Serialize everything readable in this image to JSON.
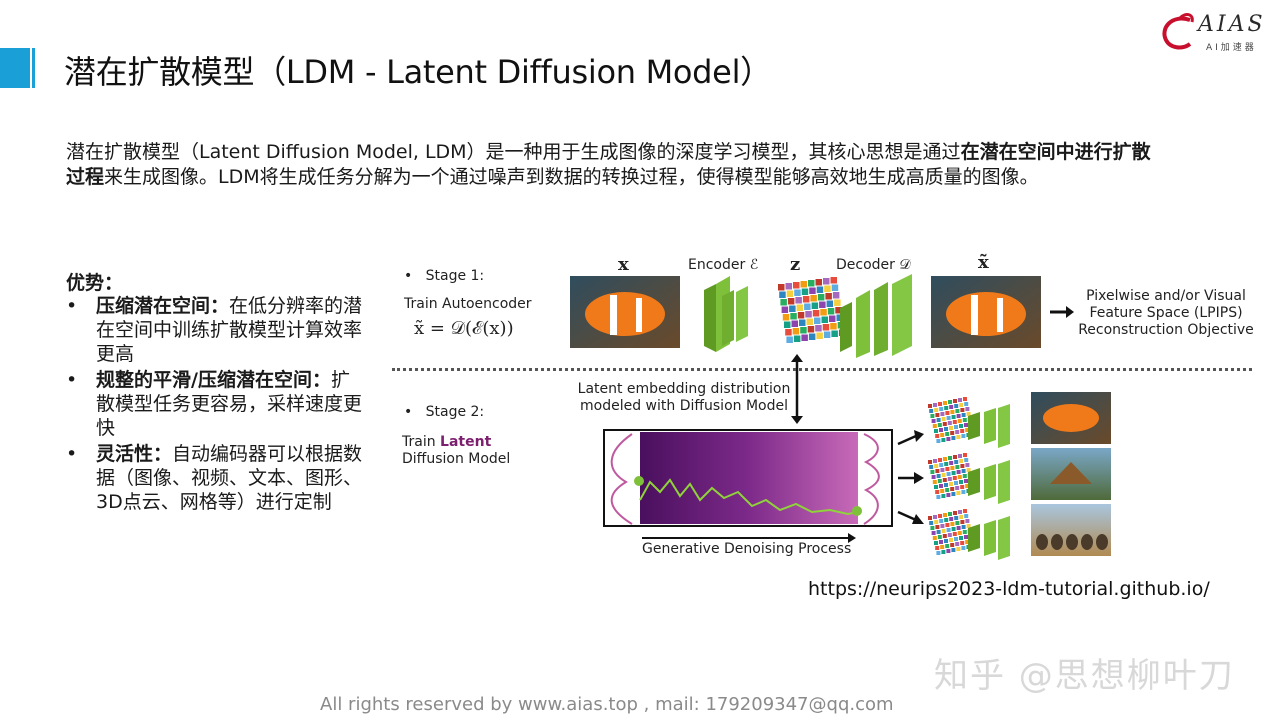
{
  "header": {
    "title": "潜在扩散模型（LDM - Latent Diffusion Model）",
    "logo_text": "AIAS",
    "logo_sub": "AI加速器"
  },
  "intro": {
    "part1": "潜在扩散模型（Latent Diffusion Model, LDM）是一种用于生成图像的深度学习模型，其核心思想是通过",
    "bold": "在潜在空间中进行扩散过程",
    "part2": "来生成图像。LDM将生成任务分解为一个通过噪声到数据的转换过程，使得模型能够高效地生成高质量的图像。"
  },
  "advantages": {
    "title": "优势：",
    "items": [
      {
        "bold": "压缩潜在空间：",
        "text": "在低分辨率的潜在空间中训练扩散模型计算效率更高"
      },
      {
        "bold": "规整的平滑/压缩潜在空间：",
        "text": "扩散模型任务更容易，采样速度更快"
      },
      {
        "bold": "灵活性：",
        "text": "自动编码器可以根据数据（图像、视频、文本、图形、3D点云、网格等）进行定制"
      }
    ]
  },
  "diagram": {
    "stage1": "Stage 1:",
    "stage1_desc": "Train Autoencoder",
    "formula": "x̃ = 𝒟(ℰ(x))",
    "x_label": "x",
    "encoder": "Encoder ℰ",
    "z_label": "z",
    "decoder": "Decoder 𝒟",
    "xtilde_label": "x̃",
    "objective": "Pixelwise and/or Visual Feature Space (LPIPS) Reconstruction Objective",
    "latent_note": "Latent embedding distribution modeled with Diffusion Model",
    "stage2": "Stage 2:",
    "stage2_train": "Train",
    "stage2_latent": "Latent",
    "stage2_rest": "Diffusion Model",
    "process": "Generative Denoising Process",
    "latent_color": "#7b1f6e",
    "green": "#6fa82a"
  },
  "url": "https://neurips2023-ldm-tutorial.github.io/",
  "watermark": "知乎 @思想柳叶刀",
  "footer": "All rights reserved by www.aias.top , mail: 179209347@qq.com"
}
